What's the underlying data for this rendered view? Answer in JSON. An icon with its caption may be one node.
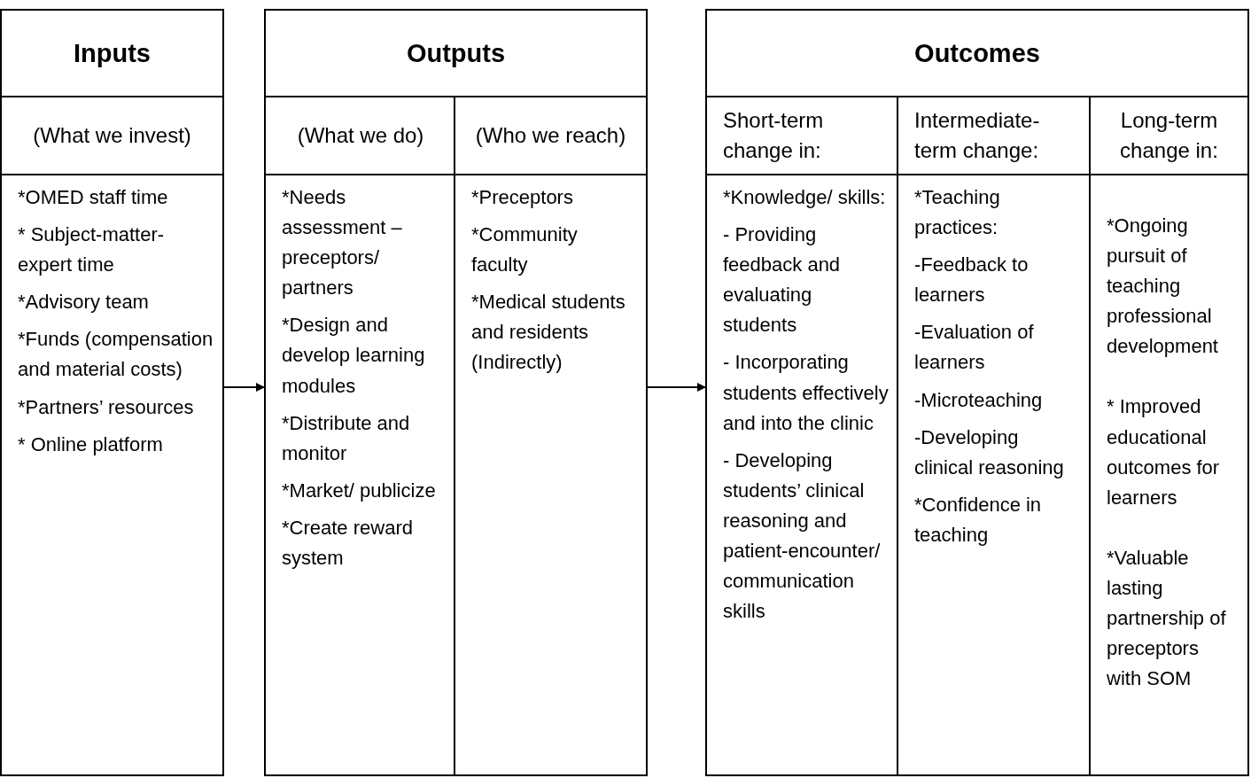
{
  "diagram": {
    "nodes": [
      {
        "text": [
          "Inputs"
        ]
      },
      {
        "text": [
          "(What we invest)",
          "*OMED staff time",
          "* Subject-matter-expert time",
          "*Advisory team",
          "*Funds (compensation and material costs)",
          "*Partners’ resources",
          "* Online platform"
        ],
        "in": 0
      },
      {
        "text": [
          "Outputs"
        ]
      },
      {
        "text": [
          "(What we do)",
          "*Needs assessment – preceptors/ partners",
          "*Design and develop learning modules",
          "*Distribute and monitor",
          "*Market/ publicize",
          "*Create reward system"
        ],
        "in": 2
      },
      {
        "text": [
          "(Who we reach)",
          "*Preceptors",
          "*Community faculty",
          "*Medical students and residents (Indirectly)"
        ],
        "in": 2
      },
      {
        "text": [
          "Outcomes"
        ]
      },
      {
        "text": [
          "Short-term change in:",
          "*Knowledge/ skills:",
          "- Providing feedback and evaluating students",
          "- Incorporating students effectively and into the clinic",
          "- Developing students’ clinical reasoning and patient-encounter/ communication skills"
        ],
        "in": 5
      },
      {
        "text": [
          "Intermediate-term change:",
          "*Teaching practices:",
          "-Feedback to learners",
          "-Evaluation of learners",
          "-Microteaching",
          "-Developing clinical reasoning",
          "*Confidence in teaching"
        ],
        "in": 5
      },
      {
        "text": [
          "Long-term change in:",
          "*Ongoing pursuit of teaching professional development",
          "* Improved educational outcomes for learners",
          "*Valuable lasting partnership of preceptors with SOM"
        ],
        "in": 5
      }
    ],
    "edges": [
      {
        "from": 0,
        "to": 2,
        "arrow": "to"
      },
      {
        "from": 2,
        "to": 5,
        "arrow": "to"
      }
    ]
  }
}
